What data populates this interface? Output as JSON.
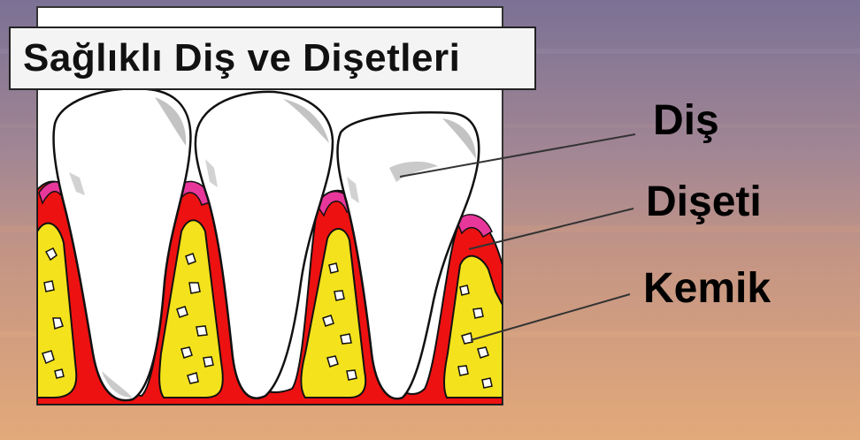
{
  "title": "Sağlıklı Diş ve Dişetleri",
  "labels": {
    "tooth": "Diş",
    "gum": "Dişeti",
    "bone": "Kemik"
  },
  "colors": {
    "sky_top": "#7b7195",
    "sky_bottom": "#e0a87a",
    "panel": "#ffffff",
    "gum_red": "#ee1111",
    "gum_pink": "#e8379a",
    "bone": "#f4e21c",
    "tooth": "#ffffff",
    "tooth_shadow": "#b4b4b4",
    "outline": "#111111"
  }
}
